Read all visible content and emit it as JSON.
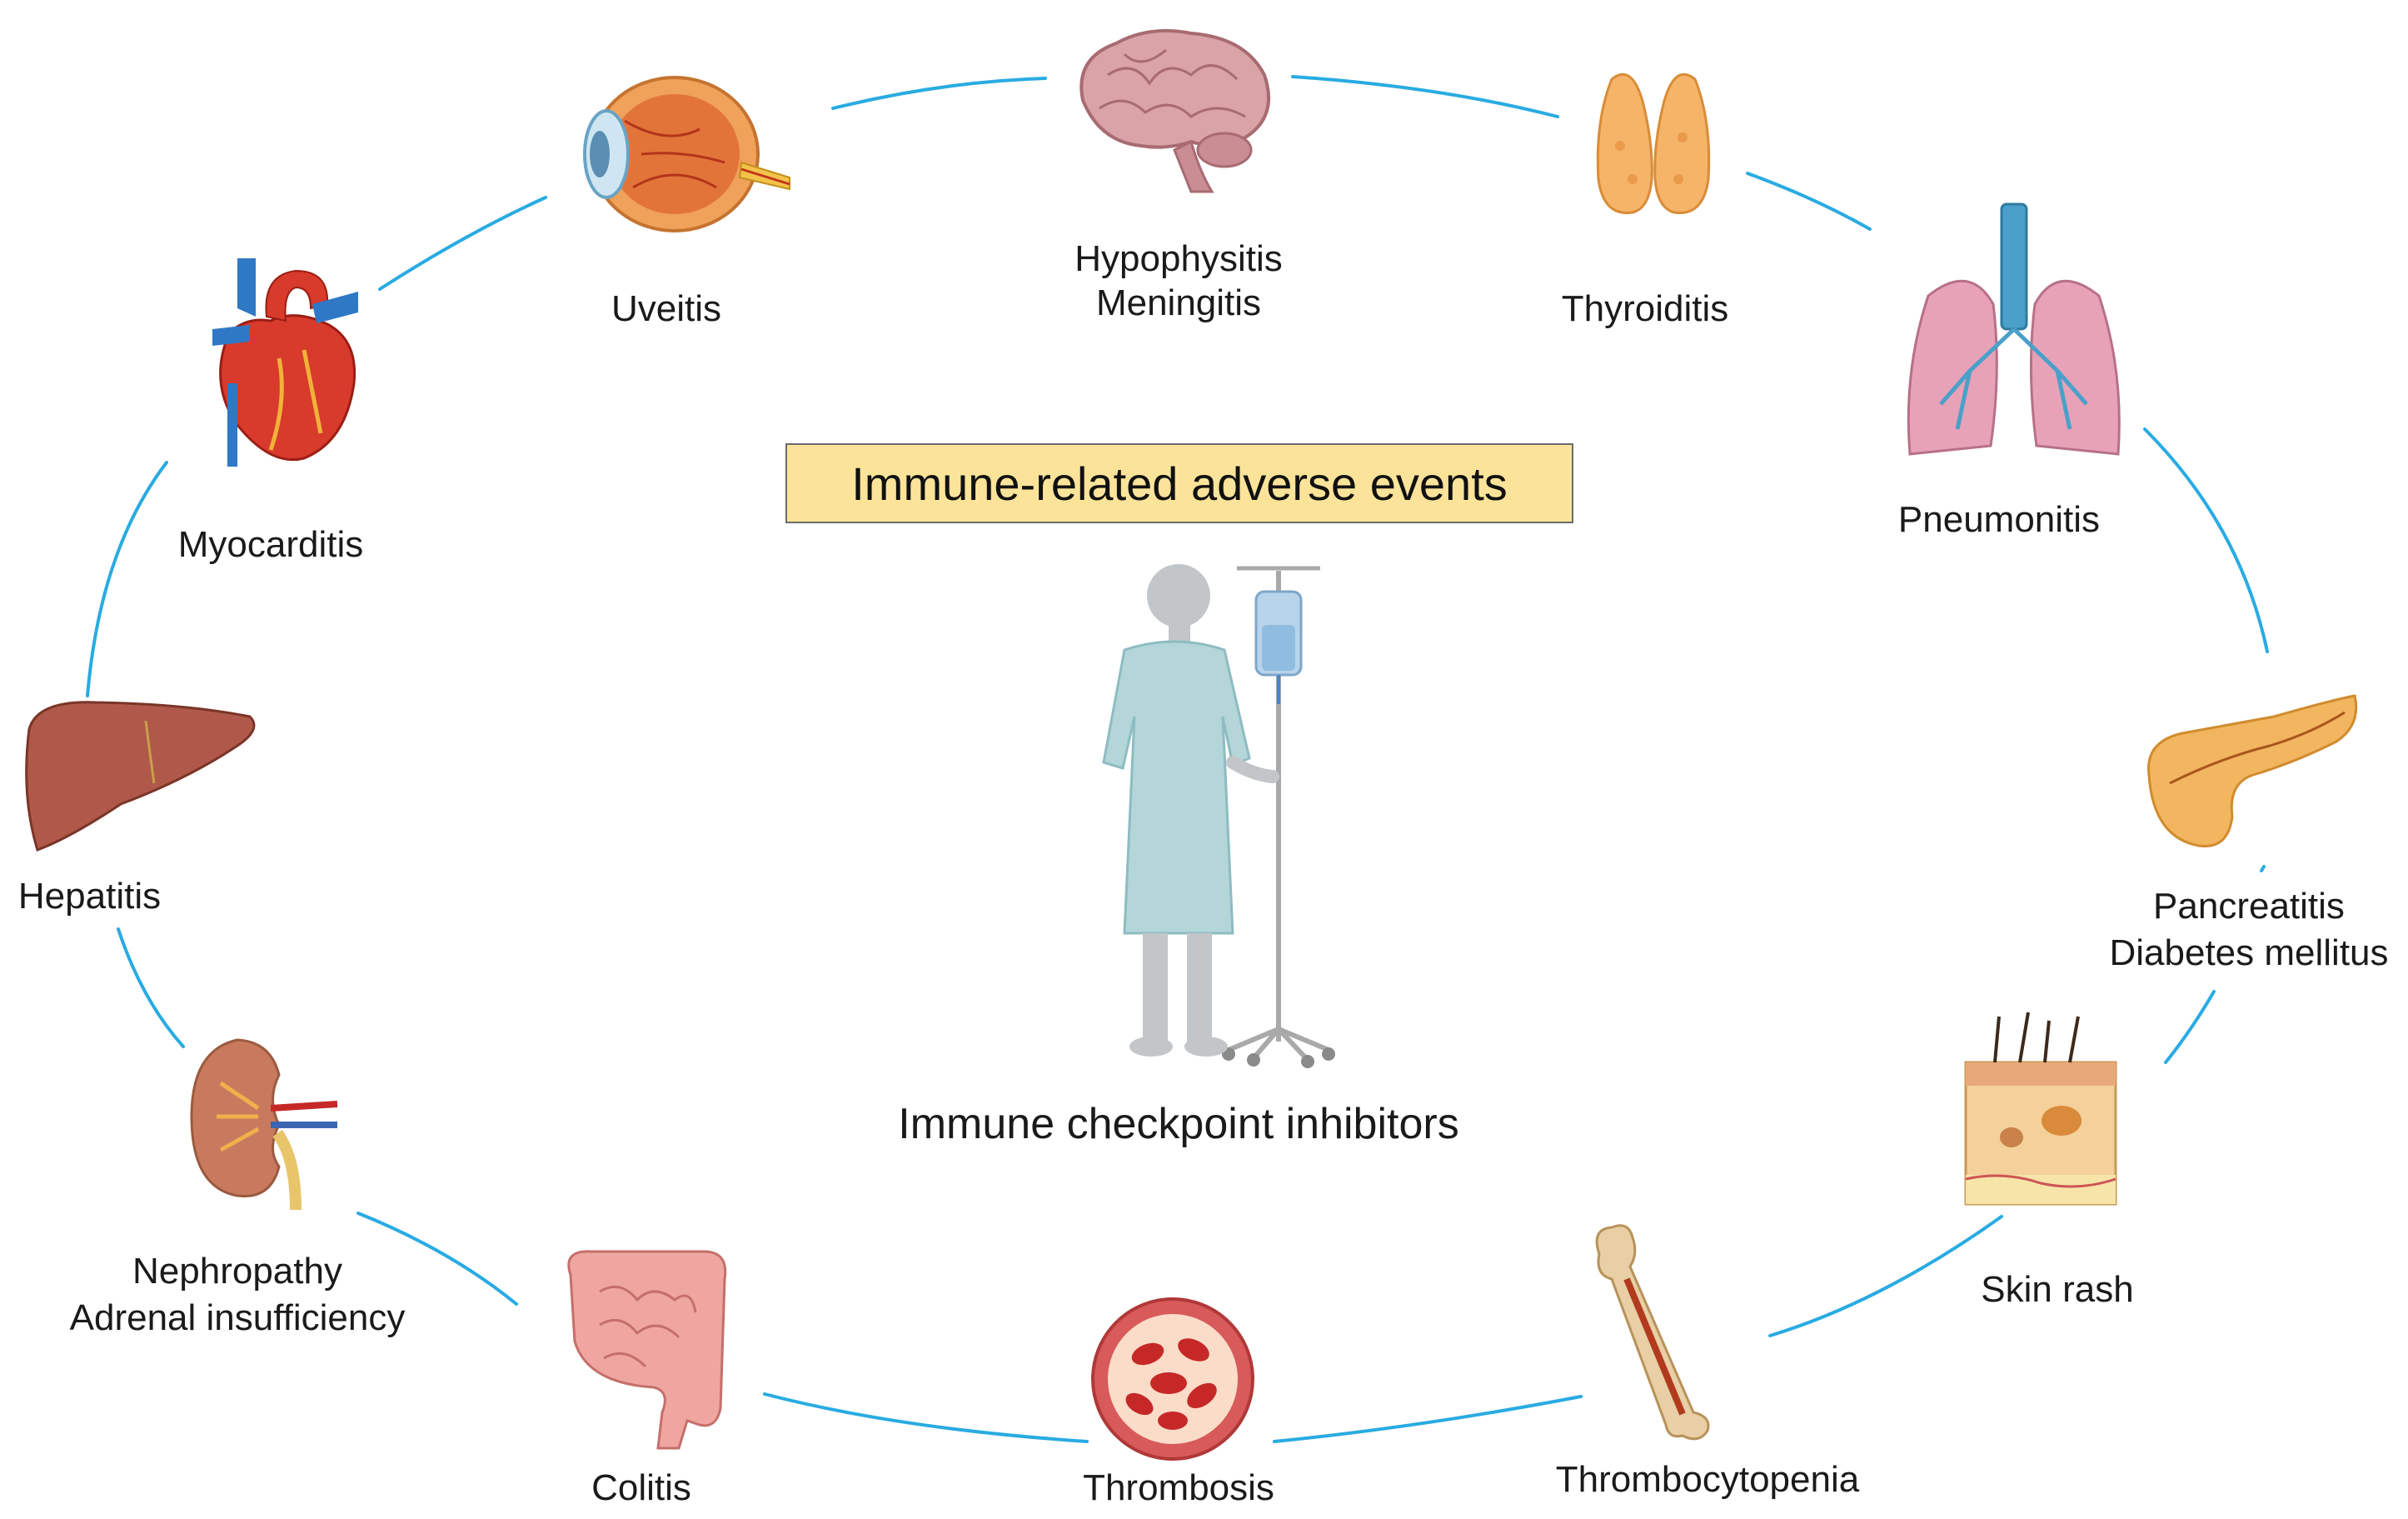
{
  "title": "Immune-related adverse events",
  "center_label": "Immune checkpoint inhibitors",
  "organs": {
    "uveitis": "Uveitis",
    "hypophysitis": "Hypophysitis",
    "meningitis": "Meningitis",
    "thyroiditis": "Thyroiditis",
    "pneumonitis": "Pneumonitis",
    "pancreatitis": "Pancreatitis",
    "diabetes": "Diabetes mellitus",
    "skin_rash": "Skin rash",
    "thrombocytopenia": "Thrombocytopenia",
    "thrombosis": "Thrombosis",
    "colitis": "Colitis",
    "nephropathy": "Nephropathy",
    "adrenal": "Adrenal insufficiency",
    "hepatitis": "Hepatitis",
    "myocarditis": "Myocarditis"
  },
  "icons": [
    "eye-icon",
    "brain-icon",
    "thyroid-icon",
    "lungs-icon",
    "pancreas-icon",
    "skin-icon",
    "bone-icon",
    "blood-vessel-icon",
    "intestine-icon",
    "kidney-icon",
    "liver-icon",
    "heart-icon",
    "patient-iv-icon"
  ],
  "colors": {
    "connector": "#29abe2",
    "title_fill": "#fbe49a"
  }
}
